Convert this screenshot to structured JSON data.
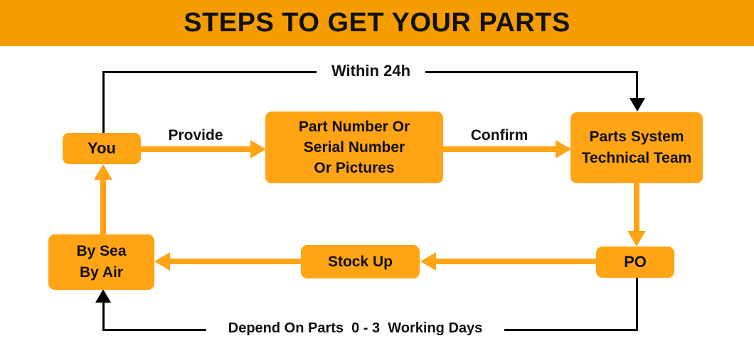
{
  "banner": {
    "title": "STEPS TO GET YOUR PARTS"
  },
  "colors": {
    "banner_orange": "#F59D00",
    "node_orange": "#FFA414",
    "arrow_orange": "#FFA414",
    "line_black": "#000000",
    "text_black": "#111111",
    "bg_white": "#FFFFFF"
  },
  "flowchart": {
    "nodes": {
      "you": {
        "label": "You"
      },
      "part_number": {
        "label": "Part Number Or\nSerial Number\nOr Pictures"
      },
      "parts_system": {
        "label": "Parts System\nTechnical Team"
      },
      "po": {
        "label": "PO"
      },
      "stock_up": {
        "label": "Stock Up"
      },
      "by_sea_air": {
        "label": "By Sea\nBy Air"
      }
    },
    "edges": {
      "provide": {
        "label": "Provide"
      },
      "confirm": {
        "label": "Confirm"
      },
      "within_24h": {
        "label": "Within 24h"
      },
      "depend_days": {
        "label": "Depend On Parts  0 - 3  Working Days"
      }
    }
  }
}
